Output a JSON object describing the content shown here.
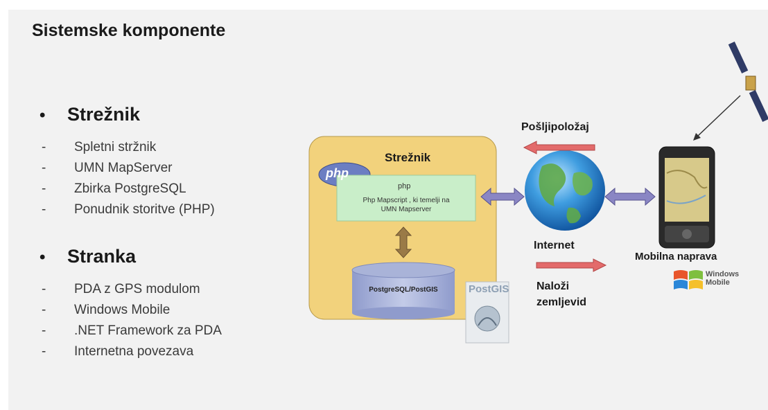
{
  "slide": {
    "title": "Sistemske komponente",
    "sections": [
      {
        "heading": "Strežnik",
        "items": [
          "Spletni stržnik",
          "UMN MapServer",
          "Zbirka PostgreSQL",
          "Ponudnik storitve (PHP)"
        ]
      },
      {
        "heading": "Stranka",
        "items": [
          "PDA z GPS modulom",
          "Windows Mobile",
          ".NET Framework za PDA",
          "Internetna povezava"
        ]
      }
    ],
    "bullet": "•",
    "dash": "-"
  },
  "diagram": {
    "server_title": "Strežnik",
    "php_logo": "php",
    "php_box_title": "php",
    "php_box_text_1": "Php  Mapscript , ki temelji na",
    "php_box_text_2": "UMN  Mapserver",
    "db_label": "PostgreSQL/PostGIS",
    "postgis_logo": "PostGIS",
    "send_position": "Pošljipoložaj",
    "internet": "Internet",
    "load_map_1": "Naloži",
    "load_map_2": "zemljevid",
    "mobile_device": "Mobilna naprava",
    "windows_logo_1": "Windows",
    "windows_logo_2": "Mobile"
  },
  "colors": {
    "server_bg": "#f2d27c",
    "php_box": "#c9eec9",
    "db_fill": "#a9b3d8",
    "arrow_red": "#e36b6b",
    "arrow_purple": "#8a86c4"
  }
}
